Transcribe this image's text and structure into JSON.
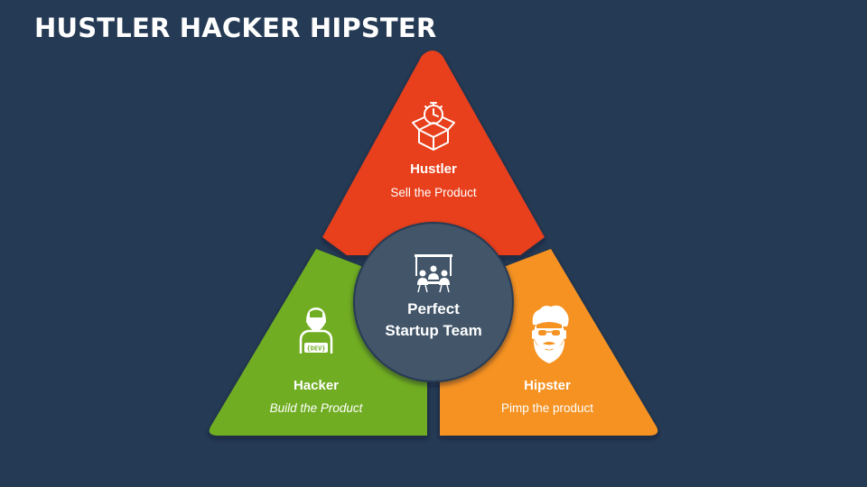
{
  "title": "HUSTLER HACKER HIPSTER",
  "colors": {
    "background": "#253a54",
    "hustler": "#e8411c",
    "hacker": "#6fad24",
    "hipster": "#f59221",
    "center": "#425469"
  },
  "center": {
    "line1": "Perfect",
    "line2": "Startup Team",
    "icon": "meeting-team-icon"
  },
  "segments": {
    "hustler": {
      "name": "Hustler",
      "subtitle": "Sell the Product",
      "icon": "stopwatch-box-icon"
    },
    "hacker": {
      "name": "Hacker",
      "subtitle": "Build the Product",
      "icon": "developer-icon",
      "icon_text": "{DEV}"
    },
    "hipster": {
      "name": "Hipster",
      "subtitle": "Pimp the product",
      "icon": "bearded-hipster-icon"
    }
  }
}
